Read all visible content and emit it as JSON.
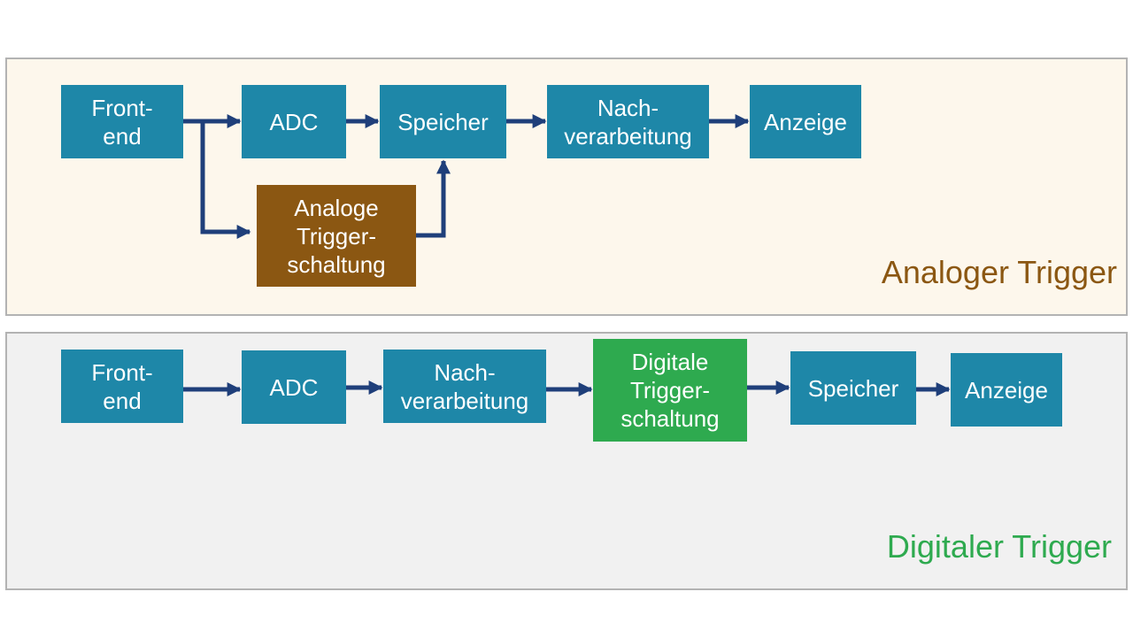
{
  "colors": {
    "block_blue": "#1e87a8",
    "analog_trigger_block": "#8b5712",
    "digital_trigger_block": "#2eaa4f",
    "arrow": "#1f3f7a",
    "analog_panel_bg": "#fdf7ec",
    "digital_panel_bg": "#f1f1f1",
    "analog_caption": "#8b5712",
    "digital_caption": "#2eaa4f"
  },
  "analog": {
    "caption": "Analoger Trigger",
    "frontend": "Front-\nend",
    "adc": "ADC",
    "speicher": "Speicher",
    "nachverarbeitung": "Nach-\nverarbeitung",
    "anzeige": "Anzeige",
    "trigger": "Analoge\nTrigger-\nschaltung"
  },
  "digital": {
    "caption": "Digitaler Trigger",
    "frontend": "Front-\nend",
    "adc": "ADC",
    "nachverarbeitung": "Nach-\nverarbeitung",
    "trigger": "Digitale\nTrigger-\nschaltung",
    "speicher": "Speicher",
    "anzeige": "Anzeige"
  }
}
